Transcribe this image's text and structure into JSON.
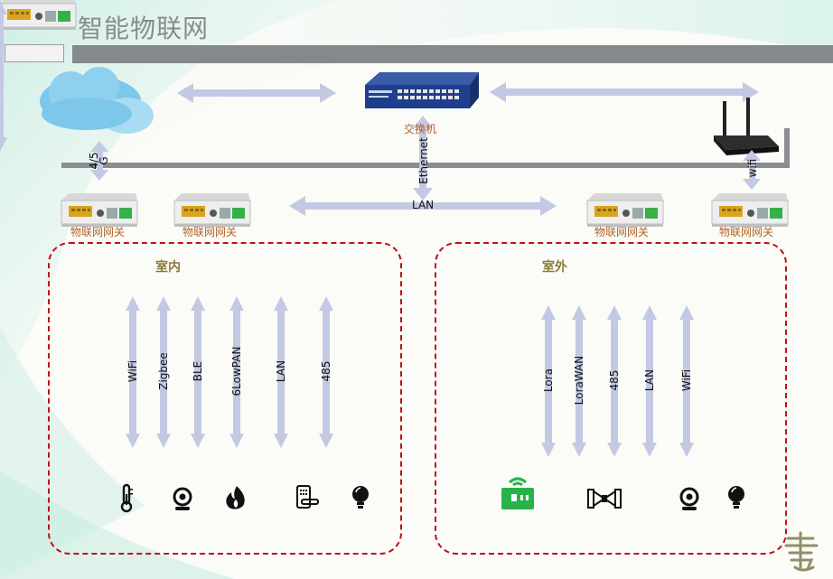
{
  "header": {
    "title": "智能物联网"
  },
  "switch": {
    "label": "交换机"
  },
  "links": {
    "cloud_link": "4/5\nG",
    "ethernet": "Ethernet",
    "lan_top": "LAN",
    "wifi_router": "wifi"
  },
  "gateways": [
    {
      "label": "物联网网关"
    },
    {
      "label": "物联网网关"
    },
    {
      "label": "物联网网关"
    },
    {
      "label": "物联网网关"
    }
  ],
  "zones": {
    "indoor": {
      "title": "室内",
      "protocols": [
        "WiFi",
        "Zigbee",
        "BLE",
        "6LowPAN",
        "LAN",
        "485"
      ],
      "devices": [
        "thermometer-icon",
        "camera-icon",
        "fire-icon",
        "door-lock-icon",
        "bulb-icon"
      ]
    },
    "outdoor": {
      "title": "室外",
      "protocols": [
        "Lora",
        "LoraWAN",
        "485",
        "LAN",
        "WiFi"
      ],
      "devices": [
        "radio-meter-icon",
        "valve-icon",
        "camera-icon",
        "bulb-icon"
      ]
    }
  },
  "colors": {
    "arrow": "#c3c9e3",
    "zone_border": "#c0111a",
    "gateway_label": "#b2632a",
    "banner": "#84898d"
  }
}
